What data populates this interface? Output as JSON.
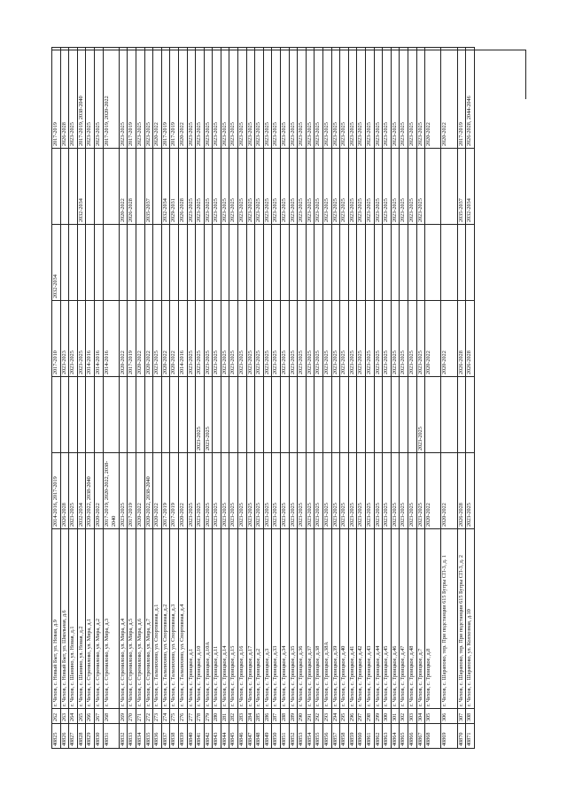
{
  "rows": [
    {
      "id": "40825",
      "no": "262",
      "addr": "г. Чехов, с. Новый Быт, ул. Новая, д.9",
      "y1": "2014-2016, 2017-2019",
      "y2": "",
      "y3": "2017-2010",
      "y4": "2032-2034",
      "y5": "",
      "y6": "2017-2019"
    },
    {
      "id": "40826",
      "no": "263",
      "addr": "г. Чехов, с. Новый Быт, ул. Школьная, д.6",
      "y1": "2026-2028",
      "y2": "",
      "y3": "2023-2023",
      "y4": "",
      "y5": "",
      "y6": "2026-2028"
    },
    {
      "id": "40827",
      "no": "264",
      "addr": "г. Чехов, с. Шанино, ул. Новая, д.1",
      "y1": "2023-2025",
      "y2": "",
      "y3": "2023-2025",
      "y4": "",
      "y5": "",
      "y6": "2023-2025"
    },
    {
      "id": "40828",
      "no": "265",
      "addr": "г. Чехов, с. Шанино, ул. Новая, д.2",
      "y1": "2032-2034",
      "y2": "",
      "y3": "2023-2025",
      "y4": "",
      "y5": "2032-2034",
      "y6": "2017-2019, 2038-2040"
    },
    {
      "id": "40829",
      "no": "266",
      "addr": "г. Чехов, с. Стремилово, ул. Мира, д.1",
      "y1": "2020-2022, 2038-2040",
      "y2": "",
      "y3": "2014-2016",
      "y4": "",
      "y5": "",
      "y6": "2023-2025"
    },
    {
      "id": "40830",
      "no": "267",
      "addr": "г. Чехов, с. Стремилово, ул. Мира, д.2",
      "y1": "2020-2022",
      "y2": "",
      "y3": "2014-2016",
      "y4": "",
      "y5": "",
      "y6": "2023-2025"
    },
    {
      "id": "40831",
      "no": "268",
      "addr": "г. Чехов, с. Стремилово, ул. Мира, д.3",
      "y1": "2017-2019, 2020-2022, 2038-2040",
      "y2": "",
      "y3": "2014-2016",
      "y4": "",
      "y5": "",
      "y6": "2017-2019, 2020-2022",
      "tall": true
    },
    {
      "id": "40832",
      "no": "269",
      "addr": "г. Чехов, с. Стремилово, ул. Мира, д.4",
      "y1": "2023-2025",
      "y2": "",
      "y3": "2020-2022",
      "y4": "",
      "y5": "2020-2022",
      "y6": "2023-2025"
    },
    {
      "id": "40833",
      "no": "270",
      "addr": "г. Чехов, с. Стремилово, ул. Мира, д.5",
      "y1": "2017-2019",
      "y2": "",
      "y3": "2017-2019",
      "y4": "",
      "y5": "2026-2028",
      "y6": "2017-2019"
    },
    {
      "id": "40834",
      "no": "271",
      "addr": "г. Чехов, с. Стремилово, ул. Мира, д.6",
      "y1": "2020-2022",
      "y2": "",
      "y3": "2020-2022",
      "y4": "",
      "y5": "",
      "y6": "2023-2025"
    },
    {
      "id": "40835",
      "no": "272",
      "addr": "г. Чехов, с. Стремилово, ул. Мира, д.7",
      "y1": "2020-2022, 2038-2040",
      "y2": "",
      "y3": "2020-2022",
      "y4": "",
      "y5": "2035-2037",
      "y6": "2023-2025"
    },
    {
      "id": "40836",
      "no": "273",
      "addr": "г. Чехов, с. Талалихино, ул. Спортивная, д.1",
      "y1": "2020-2022",
      "y2": "",
      "y3": "2023-2025",
      "y4": "",
      "y5": "",
      "y6": "2020-2022"
    },
    {
      "id": "40837",
      "no": "274",
      "addr": "г. Чехов, с. Талалихино, ул. Спортивная, д.2",
      "y1": "2017-2019",
      "y2": "",
      "y3": "2020-2022",
      "y4": "",
      "y5": "2032-2034",
      "y6": "2017-2019"
    },
    {
      "id": "40838",
      "no": "275",
      "addr": "г. Чехов, с. Талалихино, ул. Спортивная, д.3",
      "y1": "2017-2019",
      "y2": "",
      "y3": "2020-2022",
      "y4": "",
      "y5": "2029-2031",
      "y6": "2017-2019"
    },
    {
      "id": "40839",
      "no": "276",
      "addr": "г. Чехов, с. Талалихино, ул. Спортивная, д.4",
      "y1": "2020-2022",
      "y2": "",
      "y3": "2014-2016",
      "y4": "",
      "y5": "2026-2028",
      "y6": "2020-2022"
    },
    {
      "id": "40840",
      "no": "277",
      "addr": "г. Чехов, с. Троицкое, д.1",
      "y1": "2023-2025",
      "y2": "",
      "y3": "2023-2025",
      "y4": "",
      "y5": "2023-2025",
      "y6": "2023-2025"
    },
    {
      "id": "40841",
      "no": "278",
      "addr": "г. Чехов, с. Троицкое, д.10",
      "y1": "2023-2025",
      "y2": "2023-2025",
      "y3": "2023-2025",
      "y4": "",
      "y5": "2023-2025",
      "y6": "2023-2025"
    },
    {
      "id": "40842",
      "no": "279",
      "addr": "г. Чехов, с. Троицкое, д.10А",
      "y1": "2023-2025",
      "y2": "2023-2025",
      "y3": "2023-2025",
      "y4": "",
      "y5": "2023-2025",
      "y6": "2023-2025"
    },
    {
      "id": "40843",
      "no": "280",
      "addr": "г. Чехов, с. Троицкое, д.11",
      "y1": "2023-2025",
      "y2": "",
      "y3": "2023-2025",
      "y4": "",
      "y5": "2023-2025",
      "y6": "2023-2025"
    },
    {
      "id": "40844",
      "no": "281",
      "addr": "г. Чехов, с. Троицкое, д.14",
      "y1": "2023-2025",
      "y2": "",
      "y3": "2023-2025",
      "y4": "",
      "y5": "2023-2025",
      "y6": "2023-2025"
    },
    {
      "id": "40845",
      "no": "282",
      "addr": "г. Чехов, с. Троицкое, д.15",
      "y1": "2023-2025",
      "y2": "",
      "y3": "2023-2025",
      "y4": "",
      "y5": "2023-2025",
      "y6": "2023-2025"
    },
    {
      "id": "40846",
      "no": "283",
      "addr": "г. Чехов, с. Троицкое, д.16",
      "y1": "2023-2025",
      "y2": "",
      "y3": "2023-2025",
      "y4": "",
      "y5": "2023-2025",
      "y6": "2023-2025"
    },
    {
      "id": "40847",
      "no": "284",
      "addr": "г. Чехов, с. Троицкое, д.17",
      "y1": "2023-2025",
      "y2": "",
      "y3": "2023-2025",
      "y4": "",
      "y5": "2023-2025",
      "y6": "2023-2025"
    },
    {
      "id": "40848",
      "no": "285",
      "addr": "г. Чехов, с. Троицкое, д.2",
      "y1": "2023-2025",
      "y2": "",
      "y3": "2023-2025",
      "y4": "",
      "y5": "2023-2025",
      "y6": "2023-2025"
    },
    {
      "id": "40849",
      "no": "286",
      "addr": "г. Чехов, с. Троицкое, д.3",
      "y1": "2023-2025",
      "y2": "",
      "y3": "2023-2025",
      "y4": "",
      "y5": "2023-2025",
      "y6": "2023-2025"
    },
    {
      "id": "40850",
      "no": "287",
      "addr": "г. Чехов, с. Троицкое, д.33",
      "y1": "2023-2025",
      "y2": "",
      "y3": "2023-2025",
      "y4": "",
      "y5": "2023-2025",
      "y6": "2023-2025"
    },
    {
      "id": "40851",
      "no": "288",
      "addr": "г. Чехов, с. Троицкое, д.34",
      "y1": "2023-2025",
      "y2": "",
      "y3": "2023-2025",
      "y4": "",
      "y5": "2023-2025",
      "y6": "2023-2025"
    },
    {
      "id": "40852",
      "no": "289",
      "addr": "г. Чехов, с. Троицкое, д.35",
      "y1": "2023-2025",
      "y2": "",
      "y3": "2023-2025",
      "y4": "",
      "y5": "2023-2025",
      "y6": "2023-2025"
    },
    {
      "id": "40853",
      "no": "290",
      "addr": "г. Чехов, с. Троицкое, д.36",
      "y1": "2023-2025",
      "y2": "",
      "y3": "2023-2025",
      "y4": "",
      "y5": "2023-2025",
      "y6": "2023-2025"
    },
    {
      "id": "40854",
      "no": "291",
      "addr": "г. Чехов, с. Троицкое, д.37",
      "y1": "2023-2025",
      "y2": "",
      "y3": "2023-2025",
      "y4": "",
      "y5": "2023-2025",
      "y6": "2023-2025"
    },
    {
      "id": "40855",
      "no": "292",
      "addr": "г. Чехов, с. Троицкое, д.38",
      "y1": "2023-2025",
      "y2": "",
      "y3": "2023-2025",
      "y4": "",
      "y5": "2023-2025",
      "y6": "2023-2025"
    },
    {
      "id": "40856",
      "no": "293",
      "addr": "г. Чехов, с. Троицкое, д.38А",
      "y1": "2023-2025",
      "y2": "",
      "y3": "2023-2025",
      "y4": "",
      "y5": "2023-2025",
      "y6": "2023-2025"
    },
    {
      "id": "40857",
      "no": "294",
      "addr": "г. Чехов, с. Троицкое, д.39",
      "y1": "2023-2025",
      "y2": "",
      "y3": "2023-2025",
      "y4": "",
      "y5": "2023-2025",
      "y6": "2023-2025"
    },
    {
      "id": "40858",
      "no": "295",
      "addr": "г. Чехов, с. Троицкое, д.40",
      "y1": "2023-2025",
      "y2": "",
      "y3": "2023-2025",
      "y4": "",
      "y5": "2023-2025",
      "y6": "2023-2025"
    },
    {
      "id": "40859",
      "no": "296",
      "addr": "г. Чехов, с. Троицкое, д.41",
      "y1": "2023-2025",
      "y2": "",
      "y3": "2023-2025",
      "y4": "",
      "y5": "2023-2025",
      "y6": "2023-2025"
    },
    {
      "id": "40860",
      "no": "297",
      "addr": "г. Чехов, с. Троицкое, д.42",
      "y1": "2023-2025",
      "y2": "",
      "y3": "2023-2025",
      "y4": "",
      "y5": "2023-2025",
      "y6": "2023-2025"
    },
    {
      "id": "40861",
      "no": "298",
      "addr": "г. Чехов, с. Троицкое, д.43",
      "y1": "2023-2025",
      "y2": "",
      "y3": "2023-2025",
      "y4": "",
      "y5": "2023-2025",
      "y6": "2023-2025"
    },
    {
      "id": "40862",
      "no": "299",
      "addr": "г. Чехов, с. Троицкое, д.44",
      "y1": "2023-2025",
      "y2": "",
      "y3": "2023-2025",
      "y4": "",
      "y5": "2023-2025",
      "y6": "2023-2025"
    },
    {
      "id": "40863",
      "no": "300",
      "addr": "г. Чехов, с. Троицкое, д.45",
      "y1": "2023-2025",
      "y2": "",
      "y3": "2023-2025",
      "y4": "",
      "y5": "2023-2025",
      "y6": "2023-2025"
    },
    {
      "id": "40864",
      "no": "301",
      "addr": "г. Чехов, с. Троицкое, д.46",
      "y1": "2023-2025",
      "y2": "",
      "y3": "2023-2025",
      "y4": "",
      "y5": "2023-2025",
      "y6": "2023-2025"
    },
    {
      "id": "40865",
      "no": "302",
      "addr": "г. Чехов, с. Троицкое, д.47",
      "y1": "2023-2025",
      "y2": "",
      "y3": "2023-2025",
      "y4": "",
      "y5": "2023-2025",
      "y6": "2023-2025"
    },
    {
      "id": "40866",
      "no": "303",
      "addr": "г. Чехов, с. Троицкое, д.48",
      "y1": "2023-2025",
      "y2": "",
      "y3": "2023-2025",
      "y4": "",
      "y5": "2023-2025",
      "y6": "2023-2025"
    },
    {
      "id": "40867",
      "no": "304",
      "addr": "г. Чехов, с. Троицкое, д.7",
      "y1": "2023-2025",
      "y2": "2023-2025",
      "y3": "2023-2025",
      "y4": "",
      "y5": "2023-2025",
      "y6": "2023-2025"
    },
    {
      "id": "40868",
      "no": "305",
      "addr": "г. Чехов, с. Троицкое, д.8",
      "y1": "2020-2022",
      "y2": "",
      "y3": "2020-2022",
      "y4": "",
      "y5": "",
      "y6": "2020-2022",
      "tall": true
    },
    {
      "id": "40869",
      "no": "306",
      "addr": "г. Чехов, с. Шарапово, тер. При подстанции 615 Бугры СП-3, д. 1",
      "y1": "2020-2022",
      "y2": "",
      "y3": "2020-2022",
      "y4": "",
      "y5": "",
      "y6": "2020-2022",
      "tall": true
    },
    {
      "id": "40870",
      "no": "307",
      "addr": "г. Чехов, с. Шарапово, тер. При подстанции 615 Бугры СП-3, д. 2",
      "y1": "2026-2028",
      "y2": "",
      "y3": "2026-2028",
      "y4": "",
      "y5": "2035-2037",
      "y6": "2017-2019"
    },
    {
      "id": "40871",
      "no": "308",
      "addr": "г. Чехов, с. Шарапово, ул. Колхозная, д.10",
      "y1": "2023-2025",
      "y2": "",
      "y3": "2026-2028",
      "y4": "",
      "y5": "2032-2034",
      "y6": "2026-2028, 2044-2046"
    }
  ]
}
